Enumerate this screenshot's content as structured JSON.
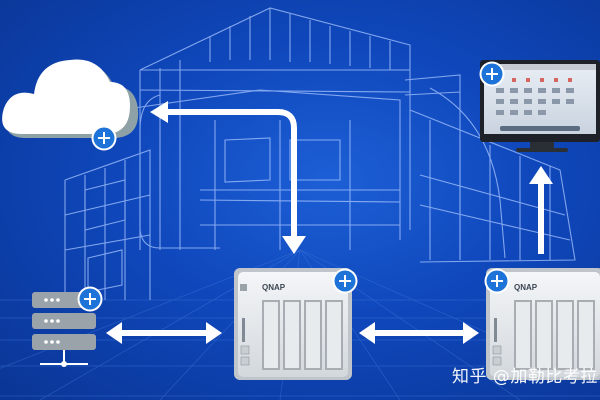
{
  "nas_left": {
    "brand": "QNAP"
  },
  "nas_right": {
    "brand": "QNAP"
  },
  "watermark": "知乎 @加勒比考拉",
  "colors": {
    "background": "#0f47bb",
    "line_art": "#9fc1ff",
    "arrow": "#ffffff",
    "plus_badge": "#1e73d8",
    "nas_body": "#e4e7ea"
  },
  "icons": [
    "cloud-icon",
    "server-icon",
    "nas-device-icon",
    "monitor-icon",
    "plus-badge-icon",
    "arrow-icon"
  ]
}
